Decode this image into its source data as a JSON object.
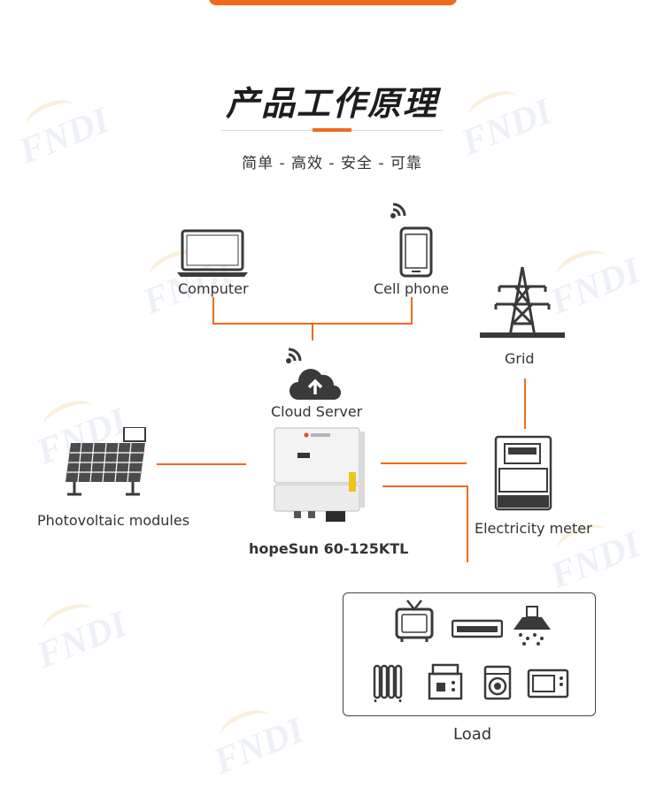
{
  "header": {
    "title": "产品工作原理",
    "subtitle": "简单 - 高效 - 安全 - 可靠"
  },
  "diagram": {
    "computer": "Computer",
    "cell_phone": "Cell phone",
    "grid": "Grid",
    "cloud_server": "Cloud Server",
    "photovoltaic": "Photovoltaic modules",
    "inverter": "hopeSun 60-125KTL",
    "meter": "Electricity meter",
    "load": "Load"
  },
  "colors": {
    "accent": "#f06a1c",
    "icon": "#3a3a3a"
  },
  "watermark": "FNDI"
}
